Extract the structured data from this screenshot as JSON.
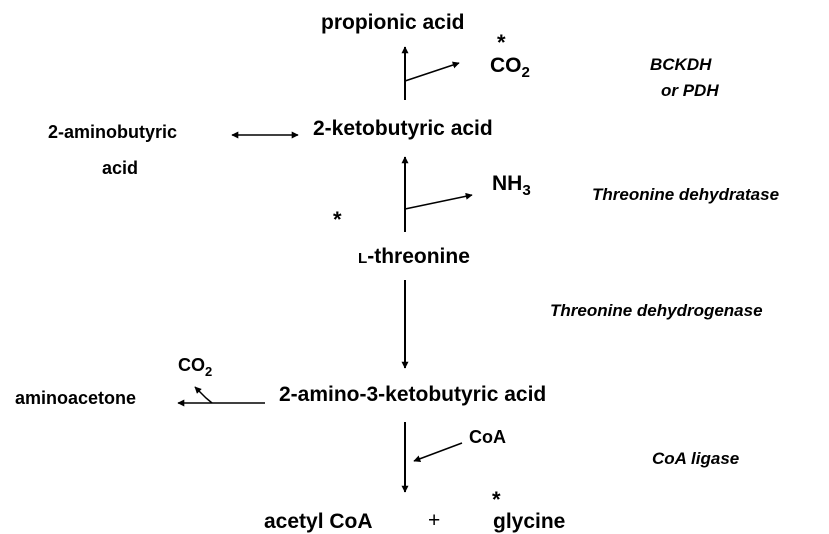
{
  "compounds": {
    "propionic_acid": "propionic acid",
    "ketobutyric": "2-ketobutyric acid",
    "aminobutyric_line1": "2-aminobutyric",
    "aminobutyric_line2": "acid",
    "threonine_prefix": "L",
    "threonine_rest": "-threonine",
    "amino_ketobutyric": "2-amino-3-ketobutyric acid",
    "aminoacetone": "aminoacetone",
    "acetyl_coa": "acetyl CoA",
    "plus": "+",
    "glycine": "glycine"
  },
  "byproducts": {
    "co2_top_main": "CO",
    "co2_top_sub": "2",
    "nh3_main": "NH",
    "nh3_sub": "3",
    "co2_left_main": "CO",
    "co2_left_sub": "2",
    "coa": "CoA"
  },
  "enzymes": {
    "bckdh_line1": "BCKDH",
    "bckdh_line2": "or PDH",
    "threonine_dehydratase": "Threonine dehydratase",
    "threonine_dehydrogenase": "Threonine dehydrogenase",
    "coa_ligase": "CoA ligase"
  },
  "markers": {
    "star_co2": "*",
    "star_threonine": "*",
    "star_glycine": "*"
  }
}
